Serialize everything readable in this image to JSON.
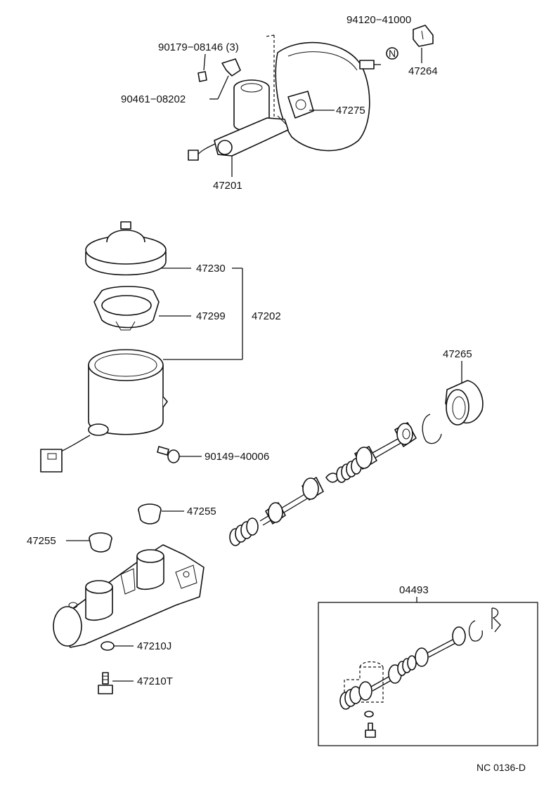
{
  "labels": {
    "p94120": "94120−41000",
    "p90179": "90179−08146 (3)",
    "p47264": "47264",
    "p90461": "90461−08202",
    "p47275": "47275",
    "p47201": "47201",
    "p47230": "47230",
    "p47299": "47299",
    "p47202": "47202",
    "p47265": "47265",
    "p90149": "90149−40006",
    "p47255a": "47255",
    "p47255b": "47255",
    "p04493": "04493",
    "p47210J": "47210J",
    "p47210T": "47210T",
    "nut_mark": "N"
  },
  "footer": {
    "code": "NC  0136-D"
  }
}
